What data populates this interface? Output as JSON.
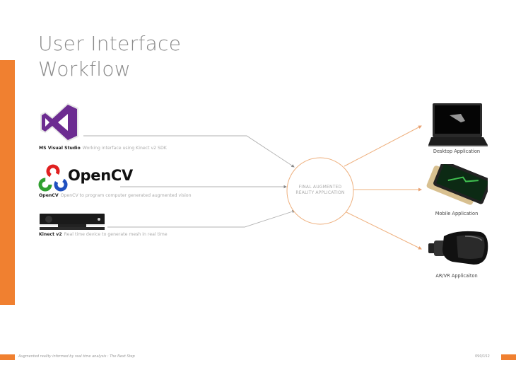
{
  "slide": {
    "title_line1": "User Interface",
    "title_line2": "Workflow",
    "accent_color": "#f08030"
  },
  "inputs": [
    {
      "name": "MS Visual Studio",
      "description": "Working interface using Kinect v2 SDK",
      "icon": "visual-studio-logo"
    },
    {
      "name": "OpenCV",
      "description": "OpenCV to program computer generated augmented vision",
      "icon": "opencv-logo",
      "logo_text": "OpenCV"
    },
    {
      "name": "Kinect v2",
      "description": "Real time device to generate mesh in real time",
      "icon": "kinect-sensor"
    }
  ],
  "center": {
    "line1": "FINAL AUGMENTED",
    "line2": "REALITY APPLICATION"
  },
  "outputs": [
    {
      "label": "Desktop Application",
      "icon": "laptop"
    },
    {
      "label": "Mobile Application",
      "icon": "smartphone"
    },
    {
      "label": "AR/VR Applicaiton",
      "icon": "vr-headset"
    }
  ],
  "footer": {
    "text": "Augmented reality informed by real time analysis : The Next Step",
    "page": "090/152"
  }
}
